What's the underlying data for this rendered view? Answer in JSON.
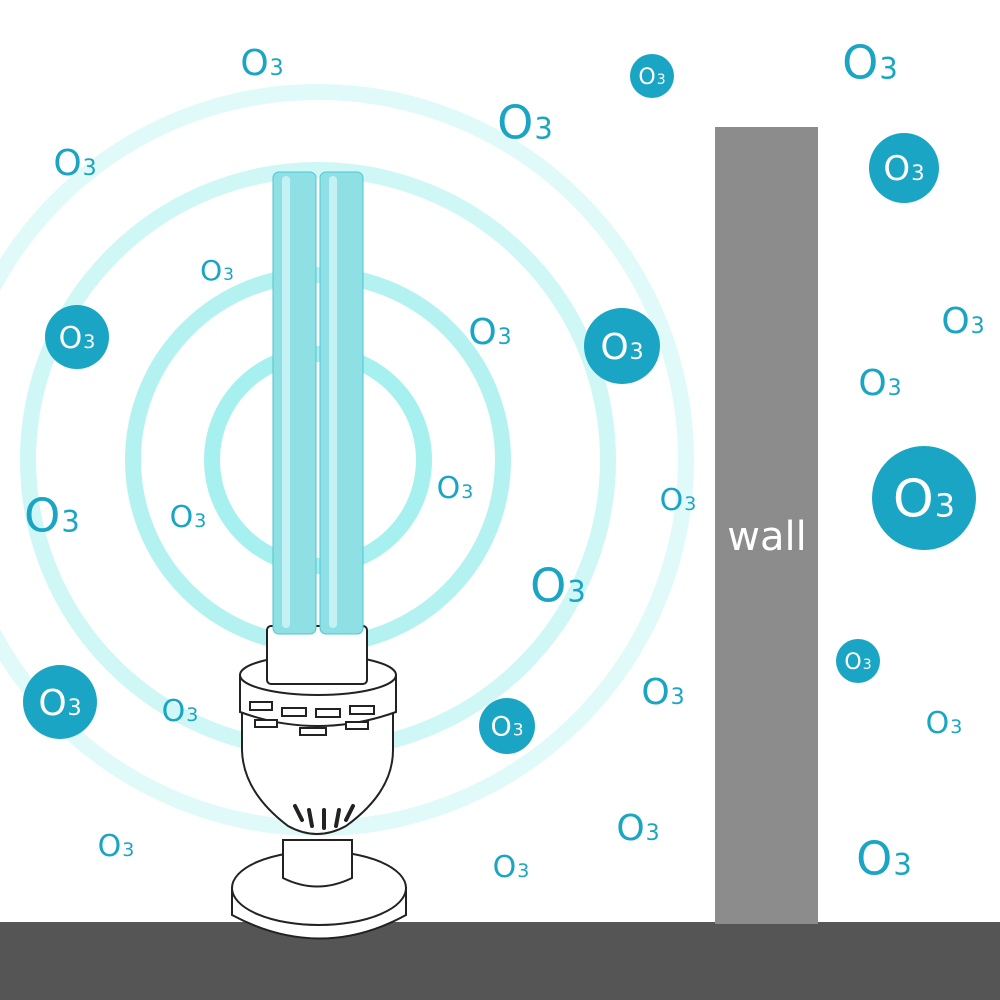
{
  "wall_label": "wall",
  "molecule_label": {
    "main": "O",
    "sub": "3"
  },
  "colors": {
    "ozone_blue": "#1aa5c4",
    "wave_ring": "#a6f0ef",
    "tube": "#8ee0e4",
    "wall_gray": "#8c8c8c",
    "floor_gray": "#555555",
    "lamp_outline": "#222222",
    "white": "#ffffff"
  },
  "icons": {
    "lamp": "uv-ozone-lamp",
    "waves": "radiation-rings",
    "molecule": "ozone-molecule"
  }
}
